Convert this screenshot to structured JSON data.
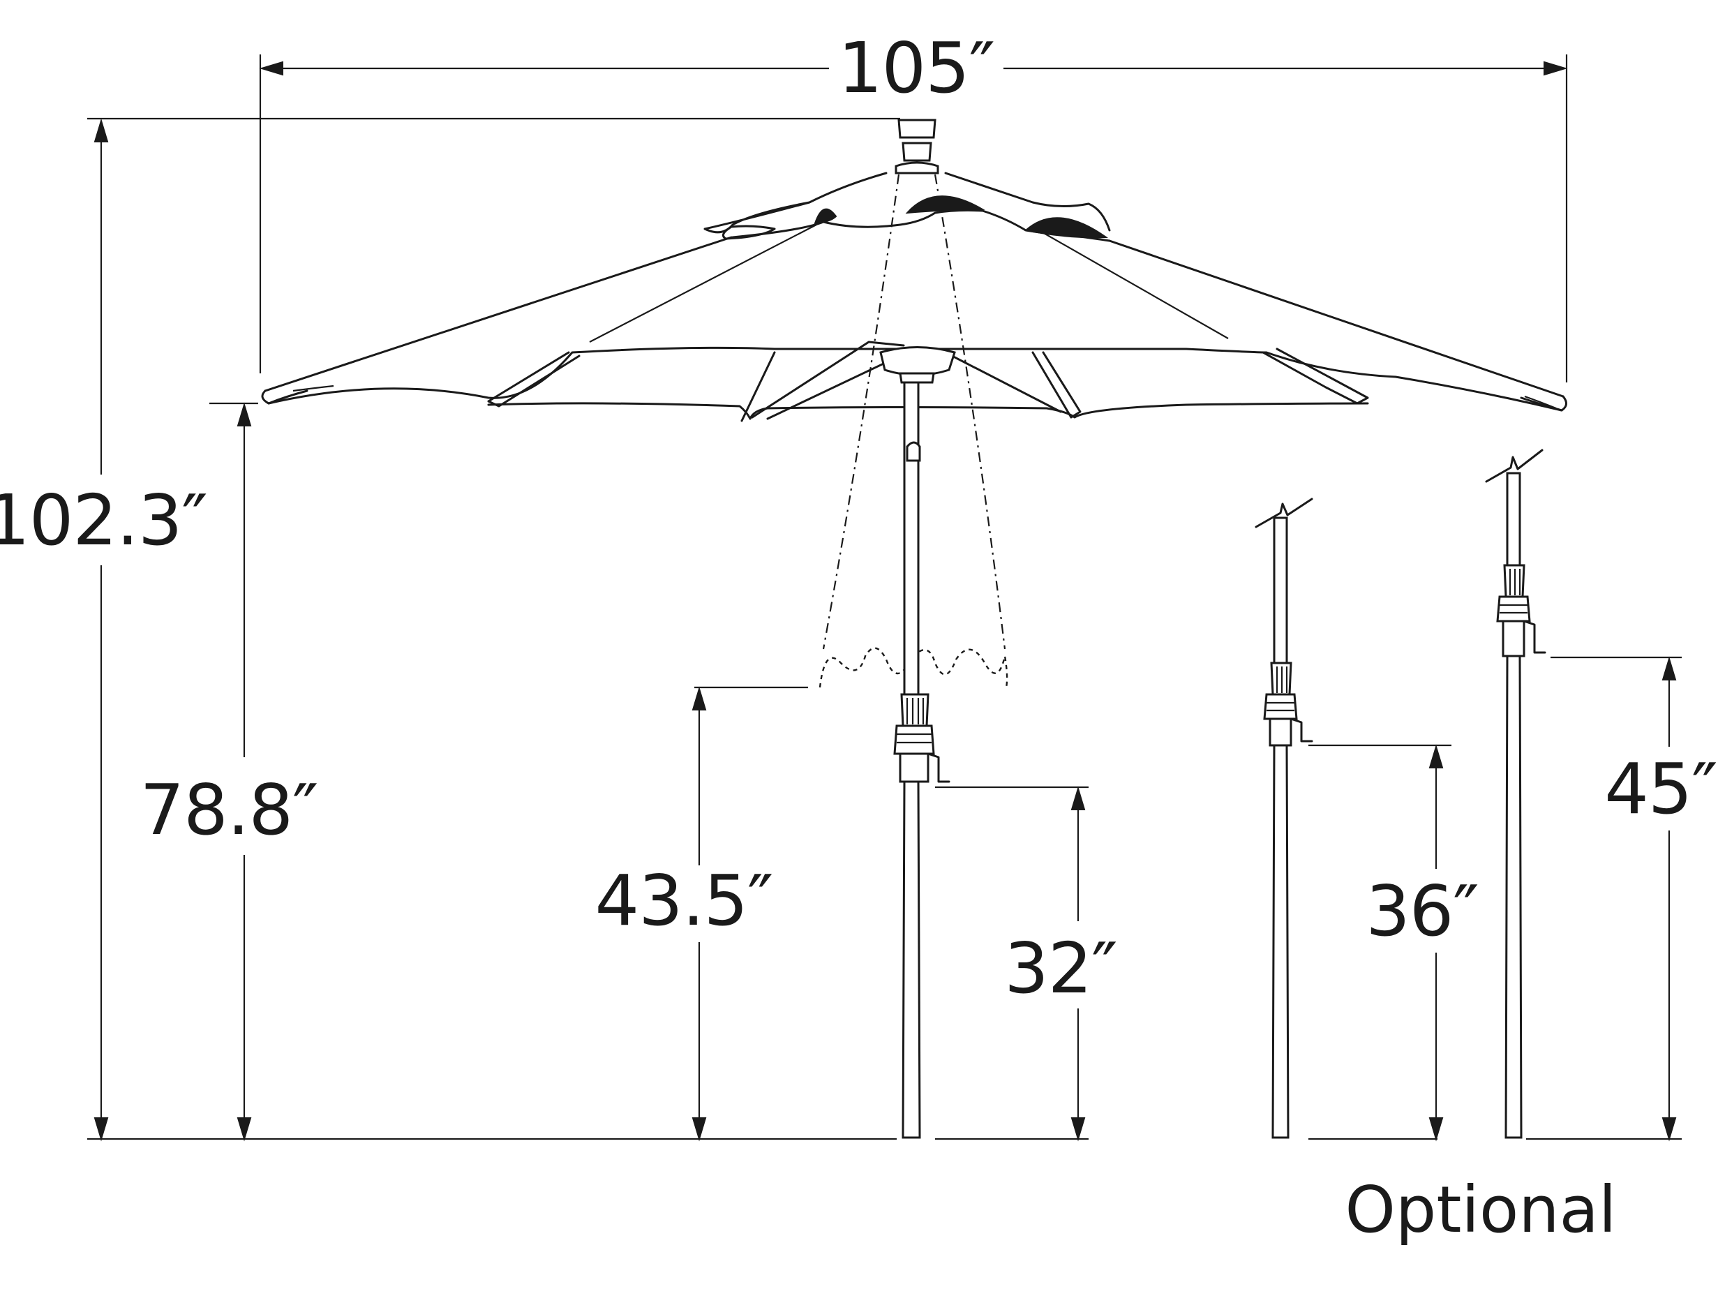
{
  "dimensions": {
    "canopy_width": "105″",
    "overall_height": "102.3″",
    "clearance_height": "78.8″",
    "crank_open_height": "43.5″",
    "crank_height_standard": "32″",
    "crank_height_option_a": "36″",
    "crank_height_option_b": "45″"
  },
  "caption": {
    "optional": "Optional"
  },
  "icons": [
    "umbrella-canopy-icon",
    "umbrella-pole-icon",
    "crank-handle-icon",
    "finial-icon"
  ],
  "colors": {
    "line": "#1a1a1a",
    "background": "#ffffff"
  }
}
